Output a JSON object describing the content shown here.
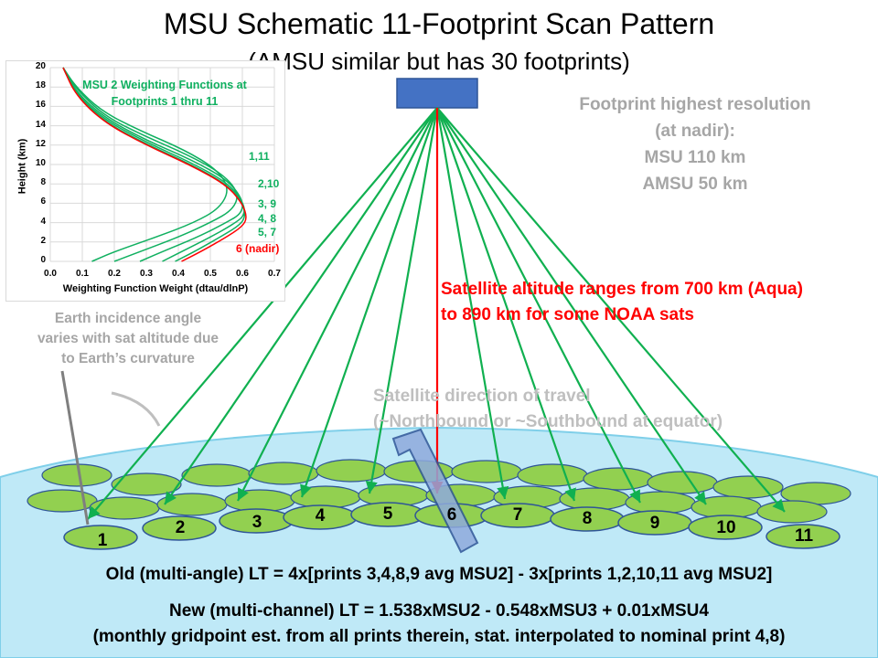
{
  "title": "MSU Schematic 11-Footprint Scan Pattern",
  "subtitle": "(AMSU similar but has 30 footprints)",
  "resolution_note": {
    "line1": "Footprint highest resolution",
    "line2": "(at nadir):",
    "line3": "MSU 110 km",
    "line4": "AMSU 50 km"
  },
  "altitude_note": {
    "line1": "Satellite altitude ranges from 700 km (Aqua)",
    "line2": "to 890 km for some NOAA sats"
  },
  "direction_note": {
    "line1": "Satellite direction of travel",
    "line2": "(~Northbound or ~Southbound at equator)"
  },
  "incidence_note": "Earth incidence angle varies with sat altitude due to Earth’s curvature",
  "footprints": [
    "1",
    "2",
    "3",
    "4",
    "5",
    "6",
    "7",
    "8",
    "9",
    "10",
    "11"
  ],
  "equations": {
    "old": "Old (multi-angle) LT = 4x[prints 3,4,8,9 avg MSU2] - 3x[prints 1,2,10,11 avg MSU2]",
    "new": "New (multi-channel) LT = 1.538xMSU2  - 0.548xMSU3  + 0.01xMSU4",
    "note": "(monthly gridpoint est. from all prints therein, stat. interpolated to nominal print 4,8)"
  },
  "colors": {
    "earth": "#bfe9f7",
    "earth_edge": "#7fcfe9",
    "footprint_fill": "#92d050",
    "footprint_edge": "#2f5597",
    "ray": "#10b050",
    "nadir_ray": "#ff0000",
    "satellite": "#4472c4"
  },
  "chart_data": {
    "type": "line",
    "title": "MSU 2 Weighting Functions at Footprints 1 thru 11",
    "xlabel": "Weighting Function Weight (dtau/dlnP)",
    "ylabel": "Height (km)",
    "xlim": [
      0.0,
      0.7
    ],
    "ylim": [
      0,
      20
    ],
    "x_ticks": [
      "0.0",
      "0.1",
      "0.2",
      "0.3",
      "0.4",
      "0.5",
      "0.6",
      "0.7"
    ],
    "y_ticks": [
      "0",
      "2",
      "4",
      "6",
      "8",
      "10",
      "12",
      "14",
      "16",
      "18",
      "20"
    ],
    "grid": true,
    "series": [
      {
        "name": "1,11",
        "color": "#10b060",
        "points": [
          [
            0.13,
            0
          ],
          [
            0.2,
            1
          ],
          [
            0.33,
            2.5
          ],
          [
            0.45,
            4
          ],
          [
            0.53,
            5.5
          ],
          [
            0.56,
            7.5
          ],
          [
            0.52,
            9.5
          ],
          [
            0.42,
            11.5
          ],
          [
            0.28,
            13.5
          ],
          [
            0.16,
            15.5
          ],
          [
            0.08,
            18
          ],
          [
            0.04,
            20
          ]
        ]
      },
      {
        "name": "2,10",
        "color": "#10b060",
        "points": [
          [
            0.2,
            0
          ],
          [
            0.28,
            1
          ],
          [
            0.4,
            2.5
          ],
          [
            0.5,
            4
          ],
          [
            0.57,
            5.3
          ],
          [
            0.59,
            7
          ],
          [
            0.54,
            9
          ],
          [
            0.43,
            11
          ],
          [
            0.29,
            13
          ],
          [
            0.17,
            15
          ],
          [
            0.08,
            17.8
          ],
          [
            0.04,
            20
          ]
        ]
      },
      {
        "name": "3, 9",
        "color": "#10b060",
        "points": [
          [
            0.28,
            0
          ],
          [
            0.35,
            1
          ],
          [
            0.46,
            2.5
          ],
          [
            0.55,
            4
          ],
          [
            0.6,
            5
          ],
          [
            0.6,
            6.5
          ],
          [
            0.55,
            8.5
          ],
          [
            0.44,
            10.5
          ],
          [
            0.3,
            12.5
          ],
          [
            0.17,
            14.8
          ],
          [
            0.08,
            17.5
          ],
          [
            0.04,
            20
          ]
        ]
      },
      {
        "name": "4, 8",
        "color": "#10b060",
        "points": [
          [
            0.35,
            0
          ],
          [
            0.41,
            1
          ],
          [
            0.5,
            2.5
          ],
          [
            0.57,
            3.8
          ],
          [
            0.61,
            4.8
          ],
          [
            0.6,
            6.3
          ],
          [
            0.55,
            8.2
          ],
          [
            0.44,
            10.2
          ],
          [
            0.3,
            12.3
          ],
          [
            0.17,
            14.6
          ],
          [
            0.08,
            17.3
          ],
          [
            0.04,
            20
          ]
        ]
      },
      {
        "name": "5, 7",
        "color": "#10b060",
        "points": [
          [
            0.39,
            0
          ],
          [
            0.45,
            1
          ],
          [
            0.53,
            2.5
          ],
          [
            0.59,
            3.7
          ],
          [
            0.61,
            4.6
          ],
          [
            0.6,
            6.1
          ],
          [
            0.55,
            8
          ],
          [
            0.44,
            10
          ],
          [
            0.3,
            12.1
          ],
          [
            0.17,
            14.4
          ],
          [
            0.08,
            17.2
          ],
          [
            0.04,
            20
          ]
        ]
      },
      {
        "name": "6 (nadir)",
        "color": "#ff0000",
        "points": [
          [
            0.41,
            0
          ],
          [
            0.47,
            1
          ],
          [
            0.55,
            2.5
          ],
          [
            0.6,
            3.6
          ],
          [
            0.615,
            4.5
          ],
          [
            0.6,
            6
          ],
          [
            0.55,
            7.9
          ],
          [
            0.44,
            9.9
          ],
          [
            0.3,
            12
          ],
          [
            0.17,
            14.3
          ],
          [
            0.08,
            17.1
          ],
          [
            0.04,
            20
          ]
        ]
      }
    ]
  }
}
